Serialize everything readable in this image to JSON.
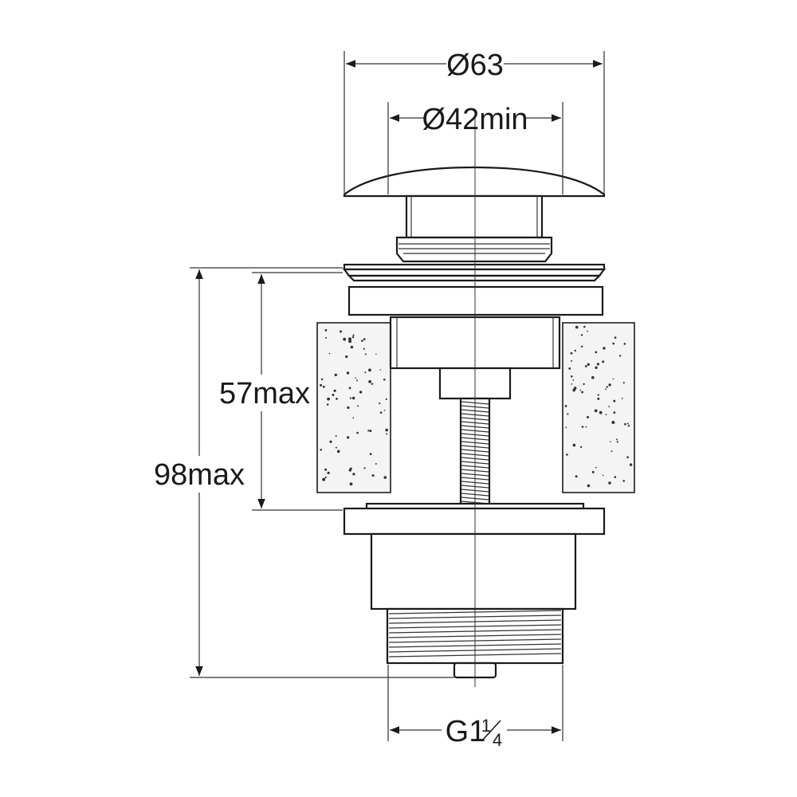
{
  "dimensions": {
    "outer_diameter": "Ø63",
    "inner_diameter": "Ø42min",
    "thickness_max": "57max",
    "total_height_max": "98max",
    "thread": {
      "base": "G1",
      "fraction": "1/4",
      "fraction_top": "1",
      "fraction_bottom": "4"
    }
  },
  "colors": {
    "line": "#1a1a1a",
    "stone_fill": "#f4f4f4",
    "background": "#ffffff"
  }
}
